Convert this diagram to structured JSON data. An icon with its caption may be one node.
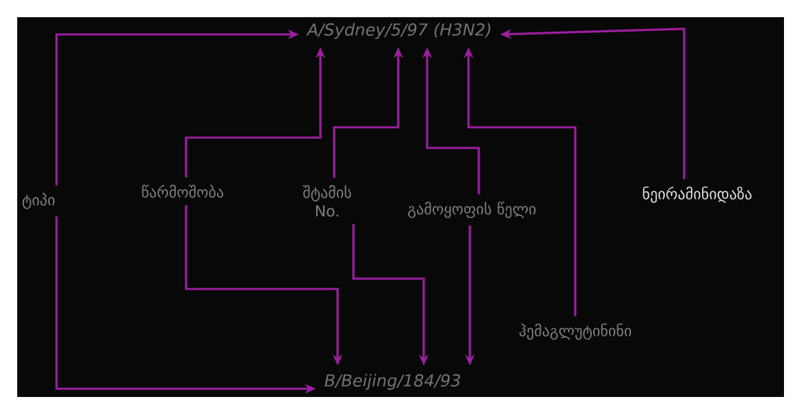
{
  "diagram": {
    "nodes": [
      {
        "text": [
          "A/Sydney/5/97 (H3N2)"
        ]
      },
      {
        "text": [
          "ტიპი"
        ]
      },
      {
        "text": [
          "წარმოშობა"
        ]
      },
      {
        "text": [
          "შტამის No."
        ]
      },
      {
        "text": [
          "გამოყოფის წელი"
        ]
      },
      {
        "text": [
          "ნეირამინიდაზა"
        ]
      },
      {
        "text": [
          "ჰემაგლუტინინი"
        ]
      },
      {
        "text": [
          "B/Beijing/184/93"
        ]
      }
    ],
    "edges": [
      {
        "from": 1,
        "to": 0,
        "arrow": "to"
      },
      {
        "from": 1,
        "to": 7,
        "arrow": "to"
      },
      {
        "from": 2,
        "to": 0,
        "arrow": "to"
      },
      {
        "from": 2,
        "to": 7,
        "arrow": "to"
      },
      {
        "from": 3,
        "to": 0,
        "arrow": "to"
      },
      {
        "from": 3,
        "to": 7,
        "arrow": "to"
      },
      {
        "from": 4,
        "to": 0,
        "arrow": "to"
      },
      {
        "from": 4,
        "to": 7,
        "arrow": "to"
      },
      {
        "from": 6,
        "to": 0,
        "arrow": "to"
      },
      {
        "from": 5,
        "to": 0,
        "arrow": "to"
      }
    ]
  }
}
